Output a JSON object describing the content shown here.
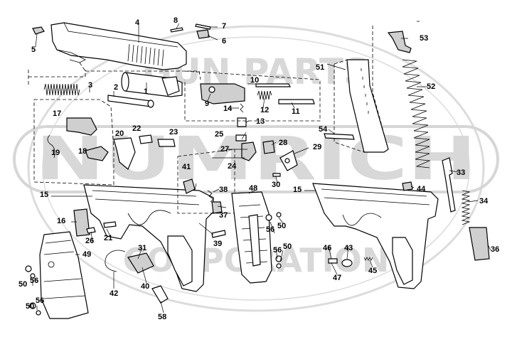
{
  "watermark": {
    "line1": "GUN PARTS",
    "line2": "NUMRICH",
    "line3": "CORPORATION"
  },
  "callouts": [
    {
      "id": "1",
      "label": "1"
    },
    {
      "id": "2",
      "label": "2"
    },
    {
      "id": "3",
      "label": "3"
    },
    {
      "id": "4",
      "label": "4"
    },
    {
      "id": "5",
      "label": "5"
    },
    {
      "id": "6",
      "label": "6"
    },
    {
      "id": "7",
      "label": "7"
    },
    {
      "id": "8",
      "label": "8"
    },
    {
      "id": "9",
      "label": "9"
    },
    {
      "id": "10",
      "label": "10"
    },
    {
      "id": "11",
      "label": "11"
    },
    {
      "id": "12",
      "label": "12"
    },
    {
      "id": "13",
      "label": "13"
    },
    {
      "id": "14",
      "label": "14"
    },
    {
      "id": "15a",
      "label": "15"
    },
    {
      "id": "15b",
      "label": "15"
    },
    {
      "id": "16",
      "label": "16"
    },
    {
      "id": "17",
      "label": "17"
    },
    {
      "id": "18",
      "label": "18"
    },
    {
      "id": "19",
      "label": "19"
    },
    {
      "id": "20",
      "label": "20"
    },
    {
      "id": "21",
      "label": "21"
    },
    {
      "id": "22",
      "label": "22"
    },
    {
      "id": "23",
      "label": "23"
    },
    {
      "id": "24",
      "label": "24"
    },
    {
      "id": "25",
      "label": "25"
    },
    {
      "id": "26",
      "label": "26"
    },
    {
      "id": "27",
      "label": "27"
    },
    {
      "id": "28",
      "label": "28"
    },
    {
      "id": "29",
      "label": "29"
    },
    {
      "id": "30",
      "label": "30"
    },
    {
      "id": "31",
      "label": "31"
    },
    {
      "id": "33",
      "label": "33"
    },
    {
      "id": "34",
      "label": "34"
    },
    {
      "id": "36",
      "label": "36"
    },
    {
      "id": "37",
      "label": "37"
    },
    {
      "id": "38",
      "label": "38"
    },
    {
      "id": "39",
      "label": "39"
    },
    {
      "id": "40",
      "label": "40"
    },
    {
      "id": "41",
      "label": "41"
    },
    {
      "id": "42",
      "label": "42"
    },
    {
      "id": "43",
      "label": "43"
    },
    {
      "id": "44",
      "label": "44"
    },
    {
      "id": "45",
      "label": "45"
    },
    {
      "id": "46",
      "label": "46"
    },
    {
      "id": "47",
      "label": "47"
    },
    {
      "id": "48",
      "label": "48"
    },
    {
      "id": "49",
      "label": "49"
    },
    {
      "id": "50a",
      "label": "50"
    },
    {
      "id": "50b",
      "label": "50"
    },
    {
      "id": "50c",
      "label": "50"
    },
    {
      "id": "50d",
      "label": "50"
    },
    {
      "id": "51",
      "label": "51"
    },
    {
      "id": "52",
      "label": "52"
    },
    {
      "id": "53",
      "label": "53"
    },
    {
      "id": "54",
      "label": "54"
    },
    {
      "id": "56a",
      "label": "56"
    },
    {
      "id": "56b",
      "label": "56"
    },
    {
      "id": "56c",
      "label": "56"
    },
    {
      "id": "56d",
      "label": "56"
    },
    {
      "id": "58",
      "label": "58"
    }
  ]
}
